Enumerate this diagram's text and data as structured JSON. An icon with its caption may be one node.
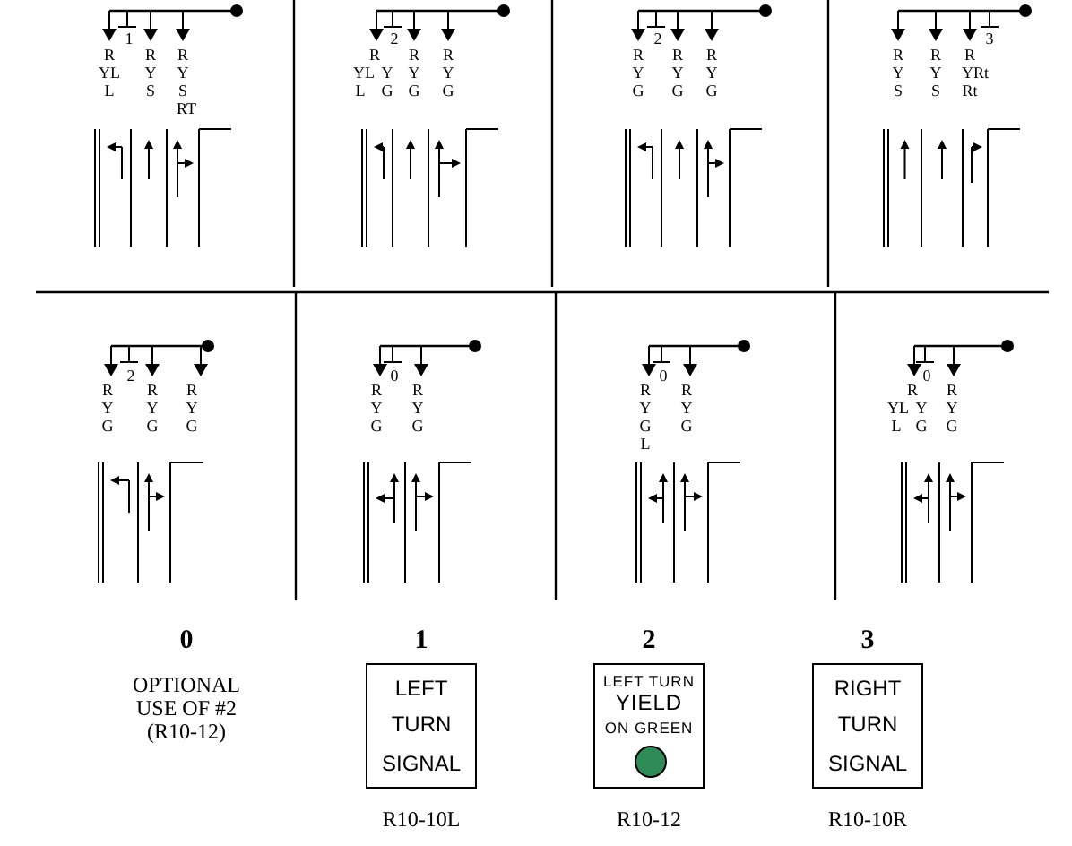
{
  "diagram": {
    "nodes": [
      {
        "text": [
          "LEFT",
          "TURN",
          "SIGNAL"
        ],
        "beside": [
          "1",
          "R10-10L"
        ]
      },
      {
        "text": [
          "LEFT TURN",
          "YIELD",
          "ON GREEN"
        ],
        "beside": [
          "2",
          "R10-12"
        ]
      },
      {
        "text": [
          "RIGHT",
          "TURN",
          "SIGNAL"
        ],
        "beside": [
          "3",
          "R10-10R"
        ]
      }
    ],
    "edges": [],
    "labels": [
      "1",
      "R",
      "YL",
      "L",
      "R",
      "Y",
      "S",
      "R",
      "Y",
      "S",
      "RT",
      "2",
      "R",
      "YL",
      "Y",
      "L",
      "G",
      "R",
      "Y",
      "G",
      "R",
      "Y",
      "G",
      "2",
      "R",
      "Y",
      "G",
      "R",
      "Y",
      "G",
      "R",
      "Y",
      "G",
      "3",
      "R",
      "Y",
      "S",
      "R",
      "Y",
      "S",
      "R",
      "YRt",
      "Rt",
      "2",
      "R",
      "Y",
      "G",
      "R",
      "Y",
      "G",
      "R",
      "Y",
      "G",
      "0",
      "R",
      "Y",
      "G",
      "R",
      "Y",
      "G",
      "0",
      "R",
      "Y",
      "G",
      "L",
      "R",
      "Y",
      "G",
      "0",
      "R",
      "YL",
      "Y",
      "L",
      "G",
      "R",
      "Y",
      "G",
      "0",
      "OPTIONAL USE OF #2 (R10-12)"
    ]
  }
}
